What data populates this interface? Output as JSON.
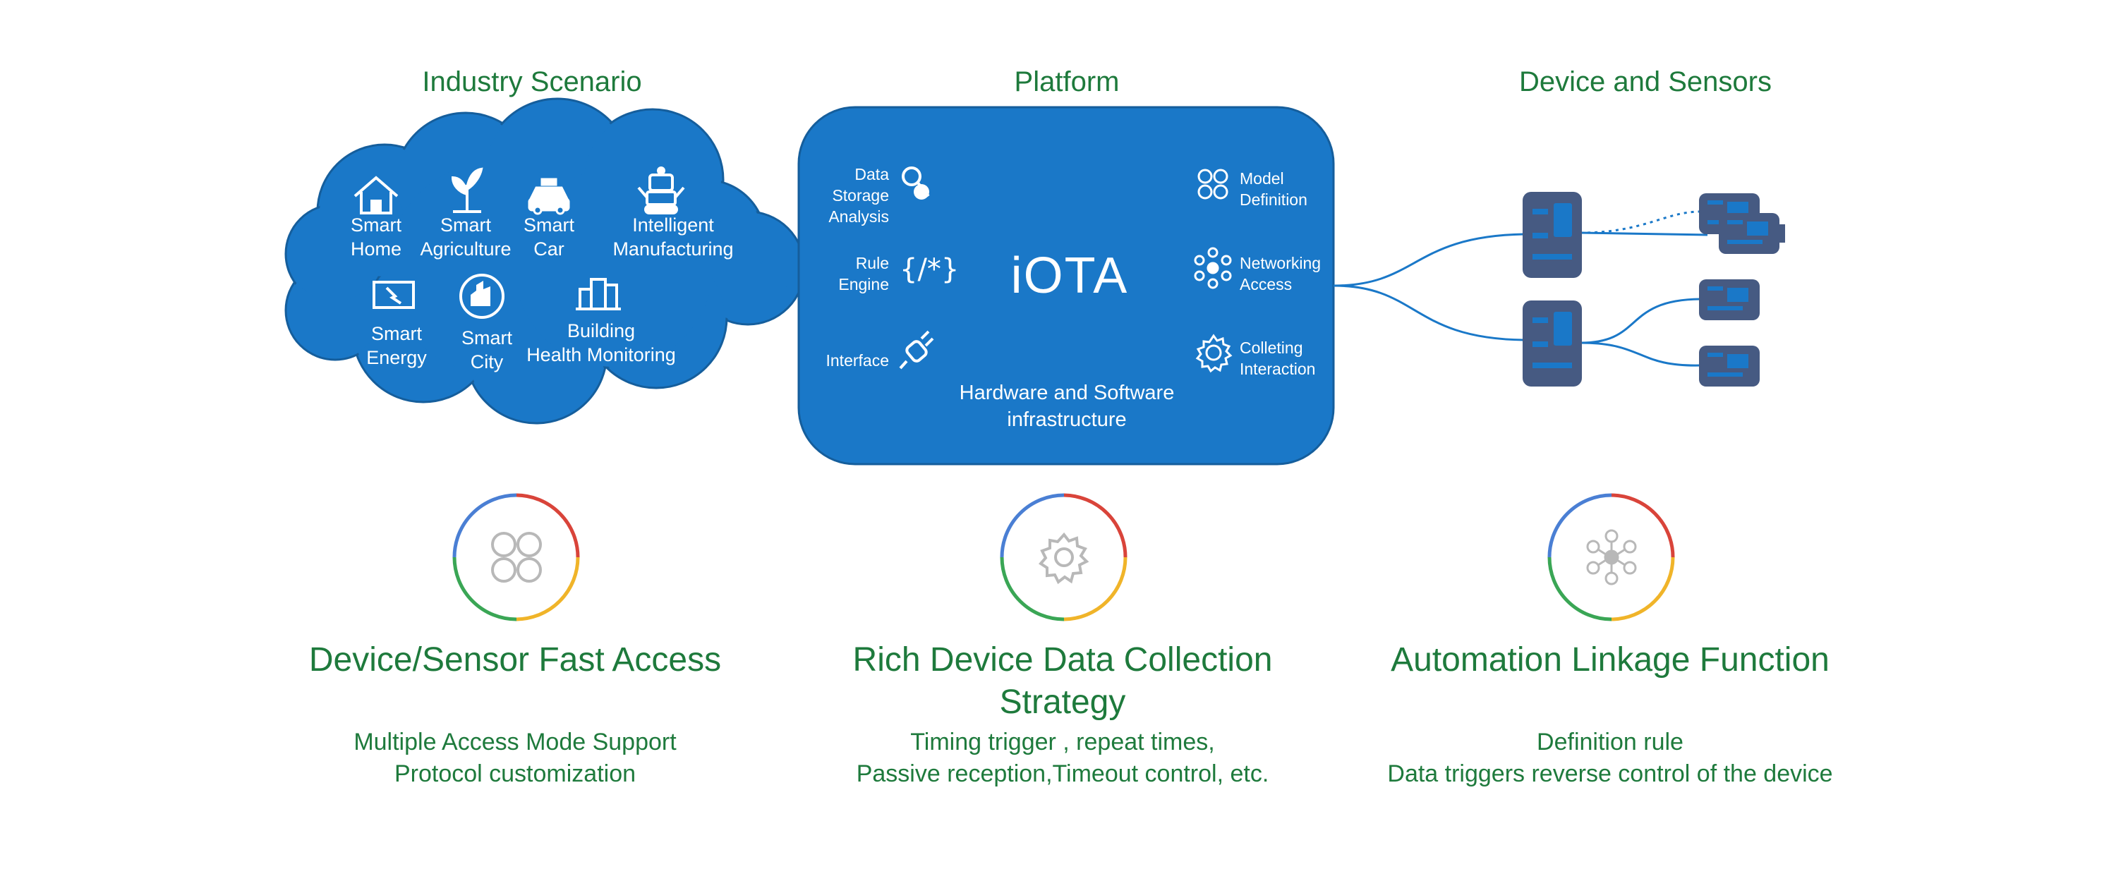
{
  "headers": {
    "industry": "Industry Scenario",
    "platform": "Platform",
    "devices": "Device and Sensors"
  },
  "scenarios": {
    "smart_home": "Smart\nHome",
    "smart_agriculture": "Smart\nAgriculture",
    "smart_car": "Smart\nCar",
    "intelligent_manufacturing": "Intelligent\nManufacturing",
    "smart_energy": "Smart\nEnergy",
    "smart_city": "Smart\nCity",
    "building_health": "Building\nHealth Monitoring"
  },
  "platform": {
    "name": "iOTA",
    "subtitle": "Hardware and Software\ninfrastructure",
    "left_items": {
      "data_storage": "Data\nStorage\nAnalysis",
      "rule_engine": "Rule\nEngine",
      "interface": "Interface"
    },
    "right_items": {
      "model_definition": "Model\nDefinition",
      "networking_access": "Networking\nAccess",
      "colleting_interaction": "Colleting\nInteraction"
    }
  },
  "features": [
    {
      "title": "Device/Sensor Fast Access",
      "desc": "Multiple Access Mode Support\nProtocol customization",
      "icon": "clover-icon"
    },
    {
      "title": "Rich Device Data Collection\nStrategy",
      "desc": "Timing trigger , repeat times,\nPassive reception,Timeout control, etc.",
      "icon": "gear-icon"
    },
    {
      "title": "Automation Linkage Function",
      "desc": "Definition rule\nData triggers reverse control of the device",
      "icon": "network-icon"
    }
  ],
  "colors": {
    "primary_blue": "#1a78c8",
    "title_green": "#1e7a3c",
    "device_navy": "#465a82",
    "ring_blue": "#4a7fd4",
    "ring_red": "#d9443a",
    "ring_yellow": "#f0b429",
    "ring_green": "#3aa655"
  }
}
